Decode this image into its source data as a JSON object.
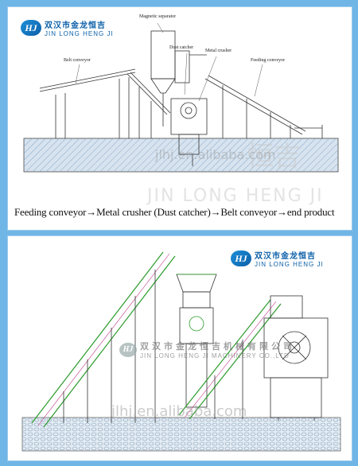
{
  "logo": {
    "cn": "双汉市金龙恒吉",
    "en": "JIN LONG HENG JI",
    "mark": "HJ"
  },
  "top_diagram": {
    "labels": {
      "magnetic_separator": "Magnetic separator",
      "dust_catcher": "Dust catcher",
      "metal_crusher": "Metal crusher",
      "belt_conveyor": "Belt conveyor",
      "feeding_conveyor": "Feeding conveyor"
    },
    "caption": "Feeding conveyor→Metal crusher (Dust catcher)→Belt conveyor→end product",
    "watermark_url": "jlhj.en.alibaba.com",
    "watermark_brand": "JIN LONG HENG JI",
    "watermark_cn": "恒吉"
  },
  "bottom_diagram": {
    "watermark_logo_cn": "双汉市金龙恒吉机械有限公司",
    "watermark_logo_en": "JIN LONG HENG JI MACHINERY CO.,LTD",
    "watermark_url": "jlhj.en.alibaba.com"
  },
  "colors": {
    "background": "#6fb6e6",
    "brand_blue": "#0b5fa8",
    "ground_fill": "#a8c6e4",
    "conveyor_line": "#2a9a2a",
    "conveyor_accent": "#c03a8a"
  }
}
